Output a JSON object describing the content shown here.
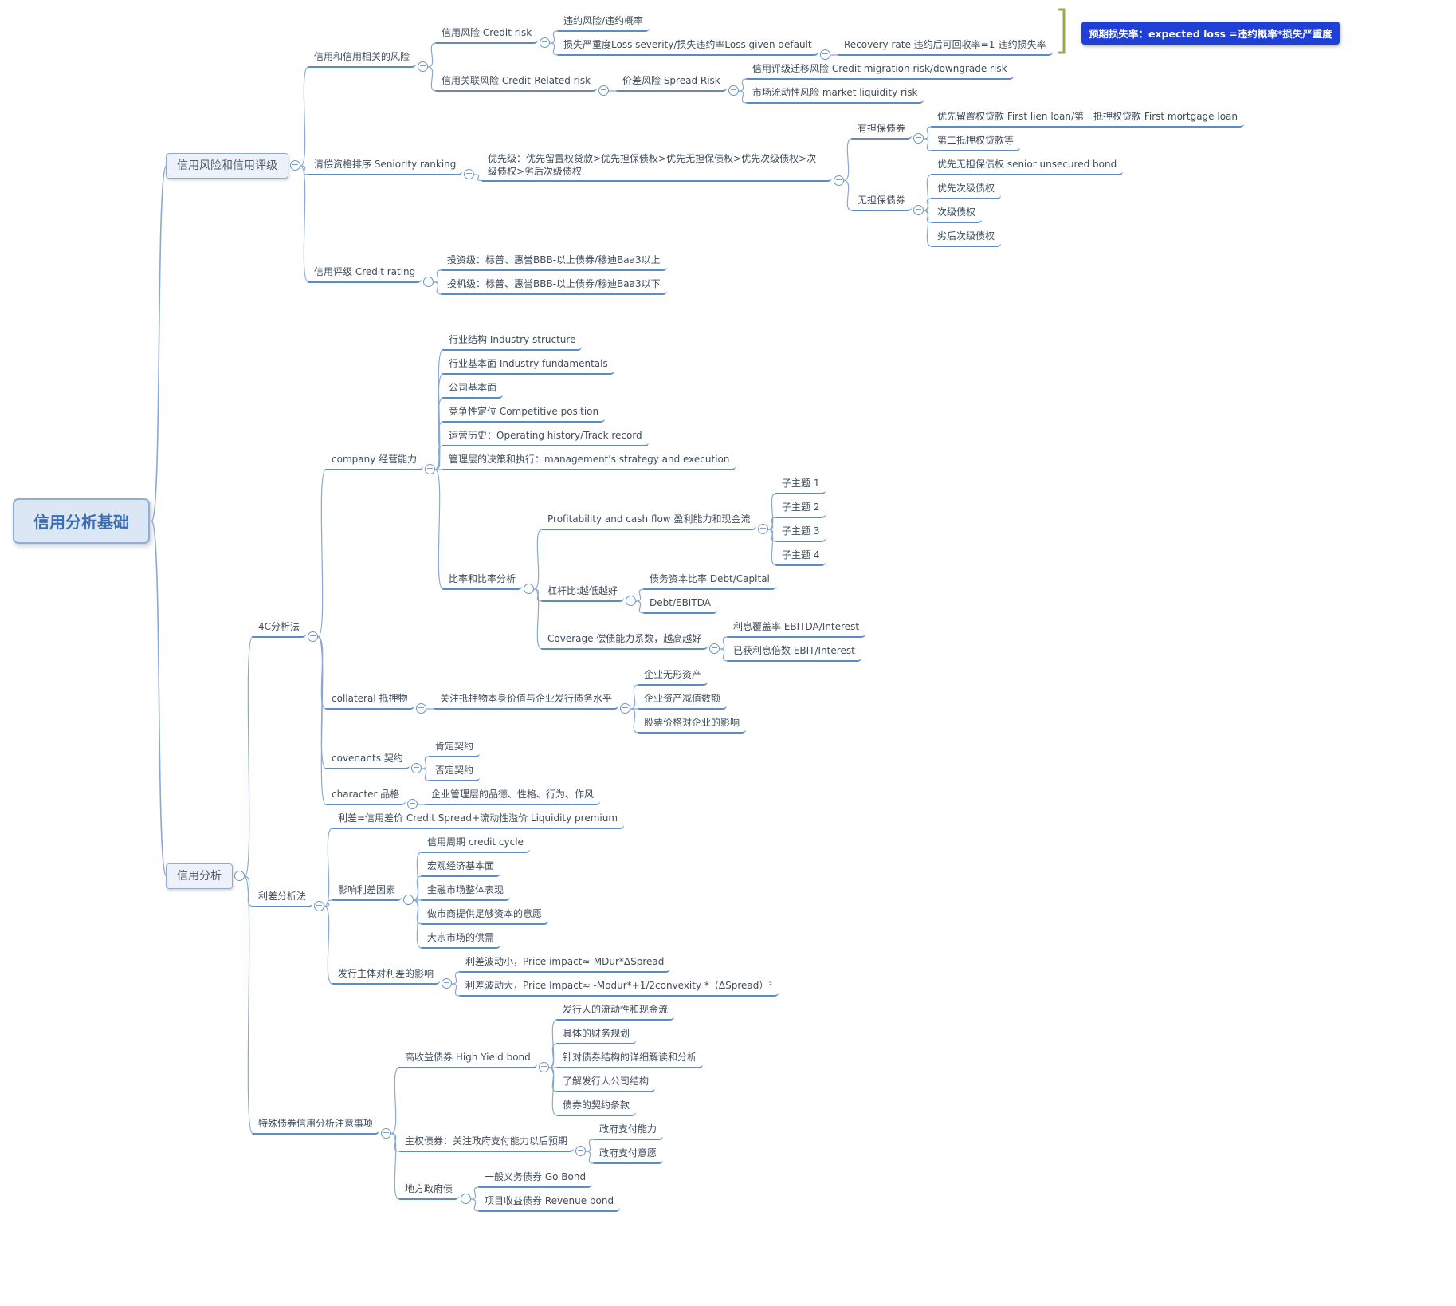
{
  "colors": {
    "canvas_bg": "#ffffff",
    "connector": "#8aa9d2",
    "underline": "#5b8cc8",
    "topic_text": "#3f4c5c",
    "root_bg": "#dce7f5",
    "root_border": "#8fafd8",
    "root_text": "#3b6db5",
    "branch_bg": "#edf2fa",
    "branch_border": "#93aacb",
    "branch_text": "#4e5a67",
    "callout_bg": "#1f3fd6",
    "callout_text": "#ffffff",
    "bracket": "#9aa84e",
    "icon_border": "#6d95c8"
  },
  "icons": {
    "collapse_glyph": "−"
  },
  "map": {
    "callout": {
      "label": "预期损失率：expected loss =违约概率*损失严重度"
    },
    "root": {
      "label": "信用分析基础",
      "children": [
        {
          "label": "信用风险和信用评级",
          "children": [
            {
              "label": "信用和信用相关的风险",
              "children": [
                {
                  "label": "信用风险 Credit risk",
                  "children": [
                    {
                      "label": "违约风险/违约概率"
                    },
                    {
                      "label": "损失严重度Loss severity/损失违约率Loss given default",
                      "children": [
                        {
                          "label": "Recovery rate 违约后可回收率=1-违约损失率"
                        }
                      ]
                    }
                  ]
                },
                {
                  "label": "信用关联风险 Credit-Related risk",
                  "children": [
                    {
                      "label": "价差风险 Spread Risk",
                      "children": [
                        {
                          "label": "信用评级迁移风险 Credit migration risk/downgrade risk"
                        },
                        {
                          "label": "市场流动性风险 market liquidity risk"
                        }
                      ]
                    }
                  ]
                }
              ]
            },
            {
              "label": "清偿资格排序 Seniority ranking",
              "children": [
                {
                  "label": "优先级：优先留置权贷款>优先担保债权>优先无担保债权>优先次级债权>次级债权>劣后次级债权",
                  "children": [
                    {
                      "label": "有担保债券",
                      "children": [
                        {
                          "label": "优先留置权贷款 First lien loan/第一抵押权贷款 First mortgage loan"
                        },
                        {
                          "label": "第二抵押权贷款等"
                        }
                      ]
                    },
                    {
                      "label": "无担保债券",
                      "children": [
                        {
                          "label": "优先无担保债权 senior unsecured bond"
                        },
                        {
                          "label": "优先次级债权"
                        },
                        {
                          "label": "次级债权"
                        },
                        {
                          "label": "劣后次级债权"
                        }
                      ]
                    }
                  ]
                }
              ]
            },
            {
              "label": "信用评级 Credit rating",
              "children": [
                {
                  "label": "投资级：标普、惠誉BBB-以上债券/穆迪Baa3以上"
                },
                {
                  "label": "投机级：标普、惠誉BBB-以上债券/穆迪Baa3以下"
                }
              ]
            }
          ]
        },
        {
          "label": "信用分析",
          "children": [
            {
              "label": "4C分析法",
              "children": [
                {
                  "label": "company 经营能力",
                  "children": [
                    {
                      "label": "行业结构 Industry structure"
                    },
                    {
                      "label": "行业基本面 Industry fundamentals"
                    },
                    {
                      "label": "公司基本面"
                    },
                    {
                      "label": "竞争性定位 Competitive position"
                    },
                    {
                      "label": "运营历史：Operating history/Track record"
                    },
                    {
                      "label": "管理层的决策和执行：management's strategy and execution"
                    },
                    {
                      "label": "比率和比率分析",
                      "children": [
                        {
                          "label": "Profitability and cash flow 盈利能力和现金流",
                          "children": [
                            {
                              "label": "子主题 1"
                            },
                            {
                              "label": "子主题 2"
                            },
                            {
                              "label": "子主题 3"
                            },
                            {
                              "label": "子主题 4"
                            }
                          ]
                        },
                        {
                          "label": "杠杆比:越低越好",
                          "children": [
                            {
                              "label": "债务资本比率 Debt/Capital"
                            },
                            {
                              "label": "Debt/EBITDA"
                            }
                          ]
                        },
                        {
                          "label": "Coverage 偿债能力系数，越高越好",
                          "children": [
                            {
                              "label": "利息覆盖率 EBITDA/Interest"
                            },
                            {
                              "label": "已获利息倍数 EBIT/Interest"
                            }
                          ]
                        }
                      ]
                    }
                  ]
                },
                {
                  "label": "collateral 抵押物",
                  "children": [
                    {
                      "label": "关注抵押物本身价值与企业发行债务水平",
                      "children": [
                        {
                          "label": "企业无形资产"
                        },
                        {
                          "label": "企业资产减值数额"
                        },
                        {
                          "label": "股票价格对企业的影响"
                        }
                      ]
                    }
                  ]
                },
                {
                  "label": "covenants 契约",
                  "children": [
                    {
                      "label": "肯定契约"
                    },
                    {
                      "label": "否定契约"
                    }
                  ]
                },
                {
                  "label": "character 品格",
                  "children": [
                    {
                      "label": "企业管理层的品德、性格、行为、作风"
                    }
                  ]
                }
              ]
            },
            {
              "label": "利差分析法",
              "children": [
                {
                  "label": "利差=信用差价 Credit Spread+流动性溢价 Liquidity premium"
                },
                {
                  "label": "影响利差因素",
                  "children": [
                    {
                      "label": "信用周期 credit cycle"
                    },
                    {
                      "label": "宏观经济基本面"
                    },
                    {
                      "label": "金融市场整体表现"
                    },
                    {
                      "label": "做市商提供足够资本的意愿"
                    },
                    {
                      "label": "大宗市场的供需"
                    }
                  ]
                },
                {
                  "label": "发行主体对利差的影响",
                  "children": [
                    {
                      "label": "利差波动小，Price impact≈-MDur*ΔSpread"
                    },
                    {
                      "label": "利差波动大，Price Impact≈ -Modur*+1/2convexity *（ΔSpread）²"
                    }
                  ]
                }
              ]
            },
            {
              "label": "特殊债券信用分析注意事项",
              "children": [
                {
                  "label": "高收益债券 High Yield bond",
                  "children": [
                    {
                      "label": "发行人的流动性和现金流"
                    },
                    {
                      "label": "具体的财务规划"
                    },
                    {
                      "label": "针对债券结构的详细解读和分析"
                    },
                    {
                      "label": "了解发行人公司结构"
                    },
                    {
                      "label": "债券的契约条款"
                    }
                  ]
                },
                {
                  "label": "主权债券：关注政府支付能力以后预期",
                  "children": [
                    {
                      "label": "政府支付能力"
                    },
                    {
                      "label": "政府支付意愿"
                    }
                  ]
                },
                {
                  "label": "地方政府债",
                  "children": [
                    {
                      "label": "一般义务债券 Go Bond"
                    },
                    {
                      "label": "项目收益债券 Revenue bond"
                    }
                  ]
                }
              ]
            }
          ]
        }
      ]
    }
  }
}
